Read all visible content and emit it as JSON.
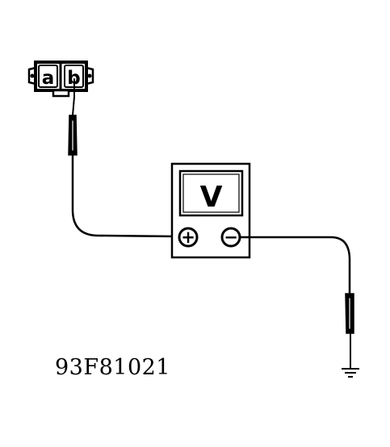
{
  "connector": {
    "terminal_a": "a",
    "terminal_b": "b"
  },
  "voltmeter": {
    "display": "V",
    "positive_terminal": "+",
    "negative_terminal": "−"
  },
  "figure_code": "93F81021",
  "colors": {
    "ink": "#000000",
    "paper": "#ffffff"
  }
}
